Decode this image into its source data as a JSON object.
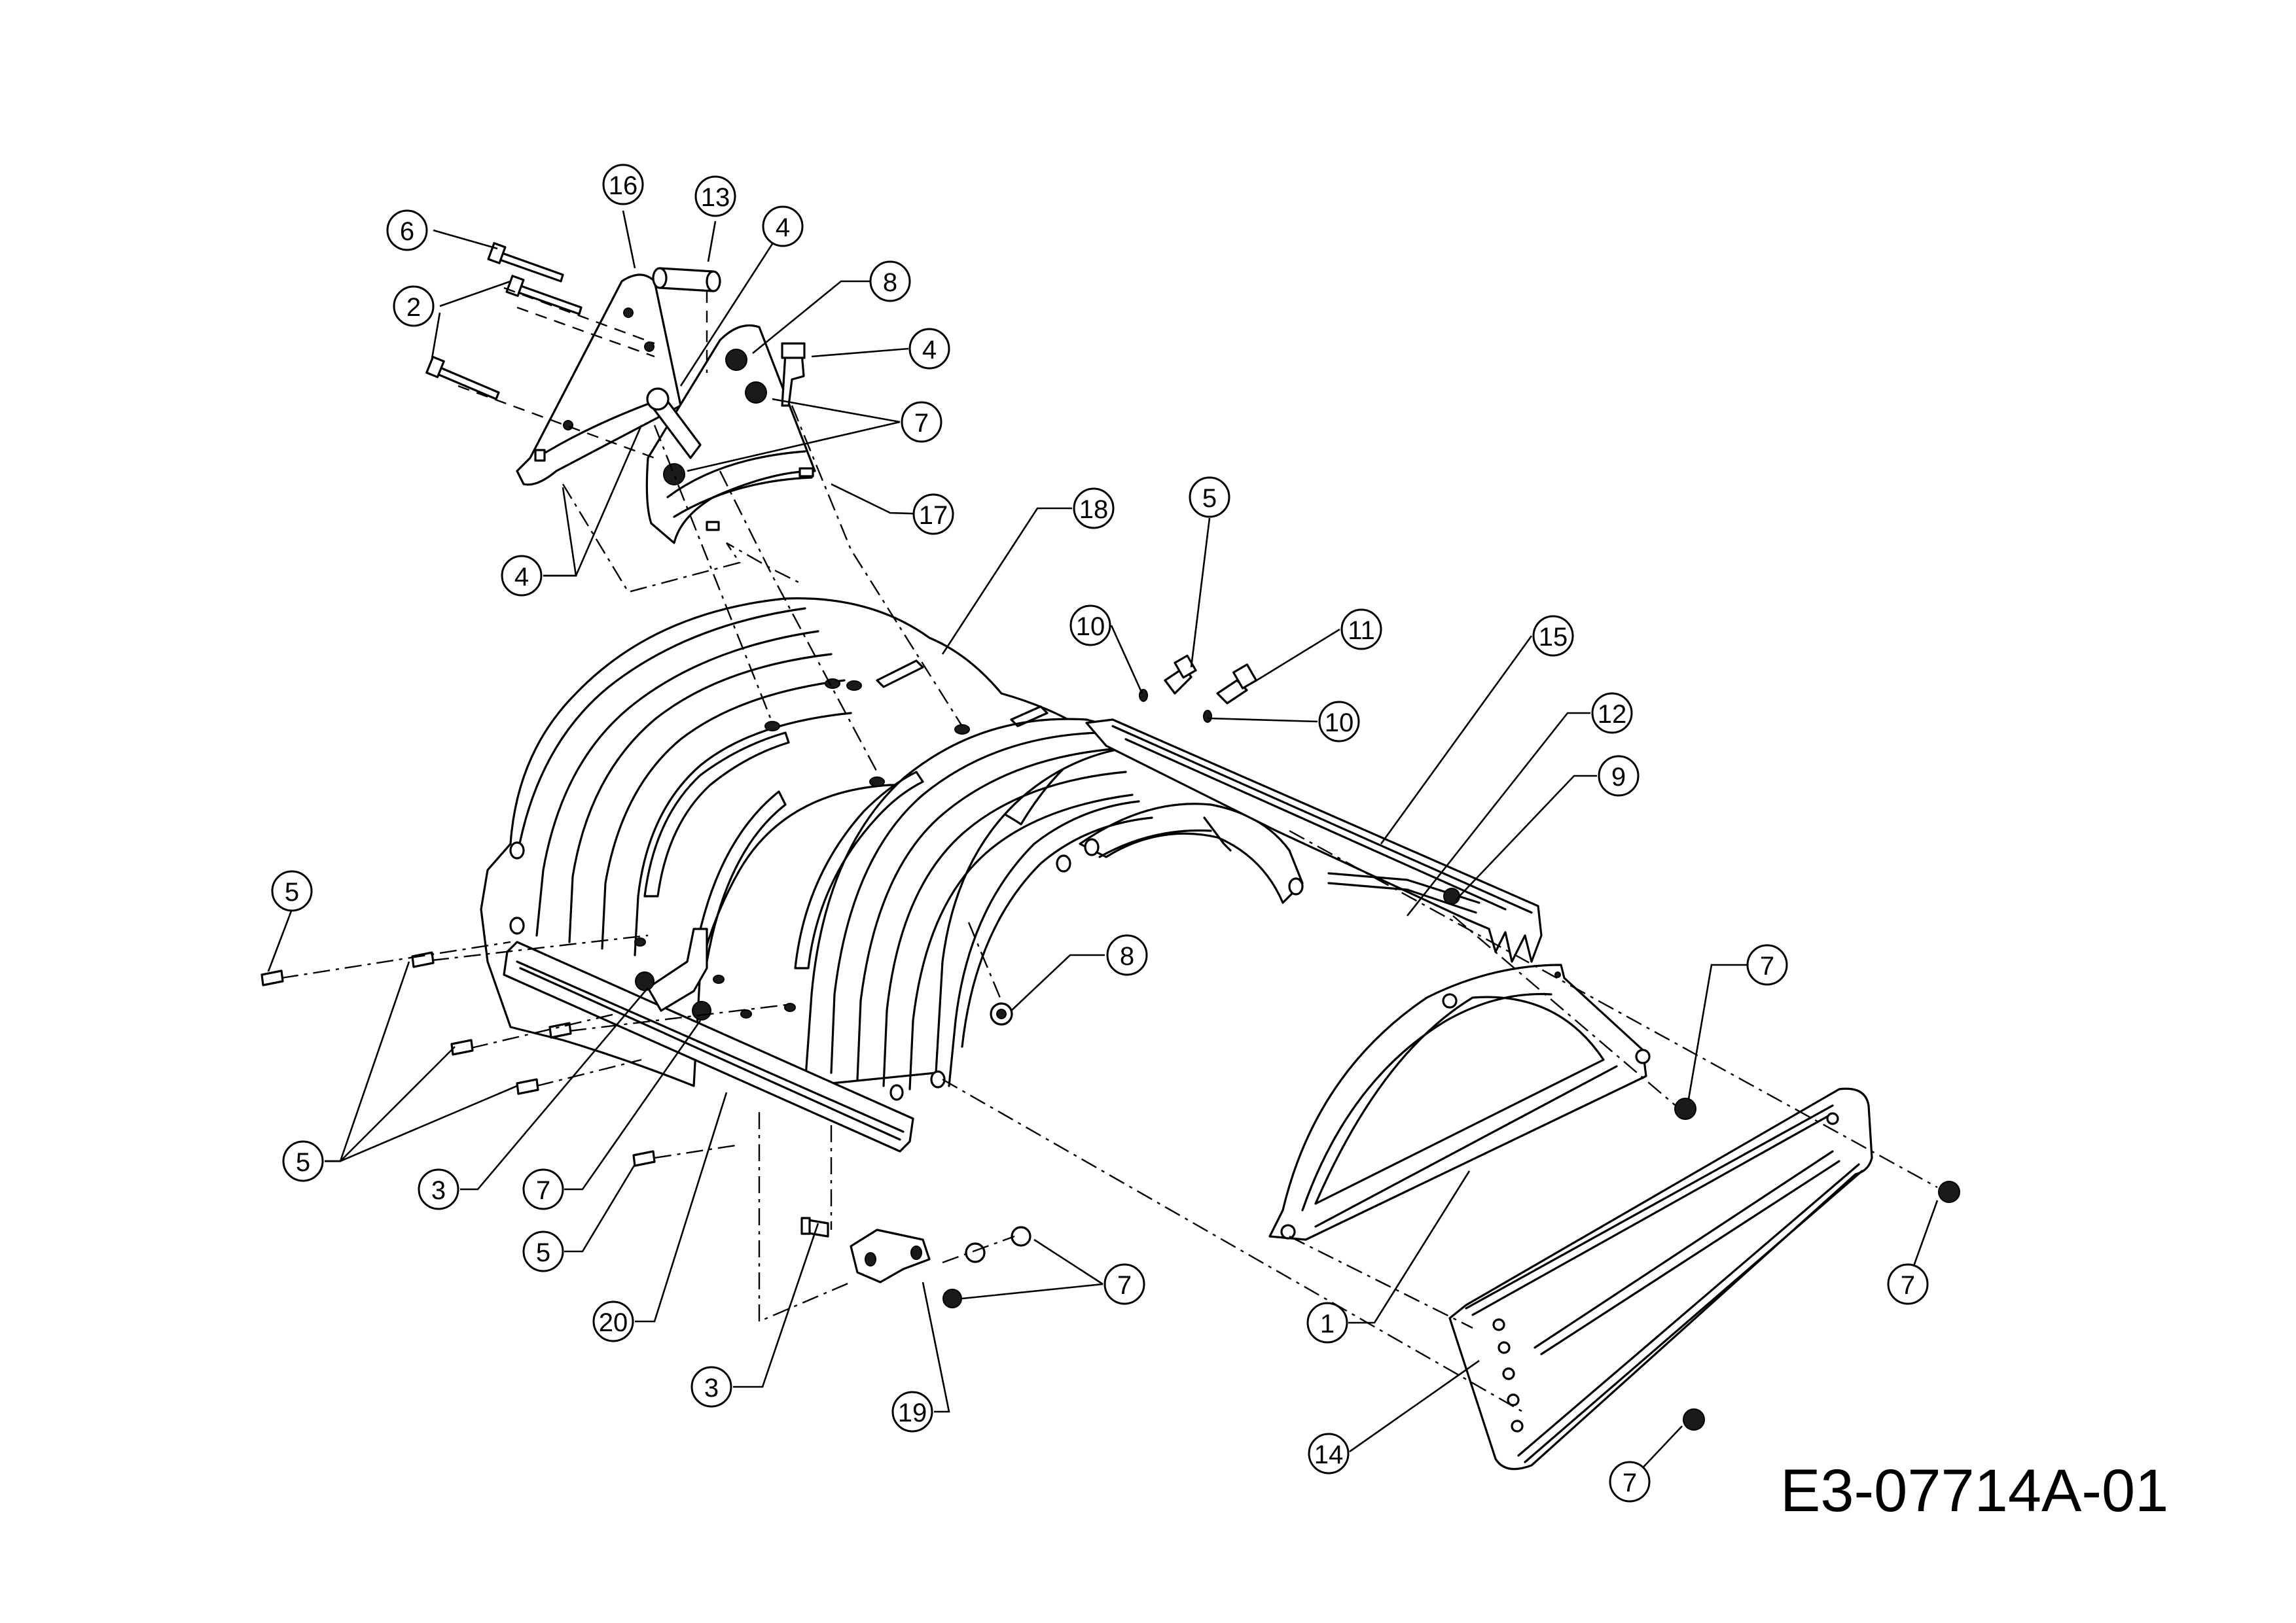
{
  "drawing_number": "E3-07714A-01",
  "callouts": [
    {
      "id": "c-16",
      "label": "16"
    },
    {
      "id": "c-13",
      "label": "13"
    },
    {
      "id": "c-4a",
      "label": "4"
    },
    {
      "id": "c-6",
      "label": "6"
    },
    {
      "id": "c-2",
      "label": "2"
    },
    {
      "id": "c-8a",
      "label": "8"
    },
    {
      "id": "c-4b",
      "label": "4"
    },
    {
      "id": "c-7a",
      "label": "7"
    },
    {
      "id": "c-17",
      "label": "17"
    },
    {
      "id": "c-18",
      "label": "18"
    },
    {
      "id": "c-4c",
      "label": "4"
    },
    {
      "id": "c-5a",
      "label": "5"
    },
    {
      "id": "c-11",
      "label": "11"
    },
    {
      "id": "c-10a",
      "label": "10"
    },
    {
      "id": "c-10b",
      "label": "10"
    },
    {
      "id": "c-15",
      "label": "15"
    },
    {
      "id": "c-12",
      "label": "12"
    },
    {
      "id": "c-9",
      "label": "9"
    },
    {
      "id": "c-5b",
      "label": "5"
    },
    {
      "id": "c-8b",
      "label": "8"
    },
    {
      "id": "c-7b",
      "label": "7"
    },
    {
      "id": "c-5c",
      "label": "5"
    },
    {
      "id": "c-3a",
      "label": "3"
    },
    {
      "id": "c-7c",
      "label": "7"
    },
    {
      "id": "c-5d",
      "label": "5"
    },
    {
      "id": "c-7d",
      "label": "7"
    },
    {
      "id": "c-20",
      "label": "20"
    },
    {
      "id": "c-1",
      "label": "1"
    },
    {
      "id": "c-7e",
      "label": "7"
    },
    {
      "id": "c-3b",
      "label": "3"
    },
    {
      "id": "c-19",
      "label": "19"
    },
    {
      "id": "c-14",
      "label": "14"
    },
    {
      "id": "c-7f",
      "label": "7"
    }
  ]
}
